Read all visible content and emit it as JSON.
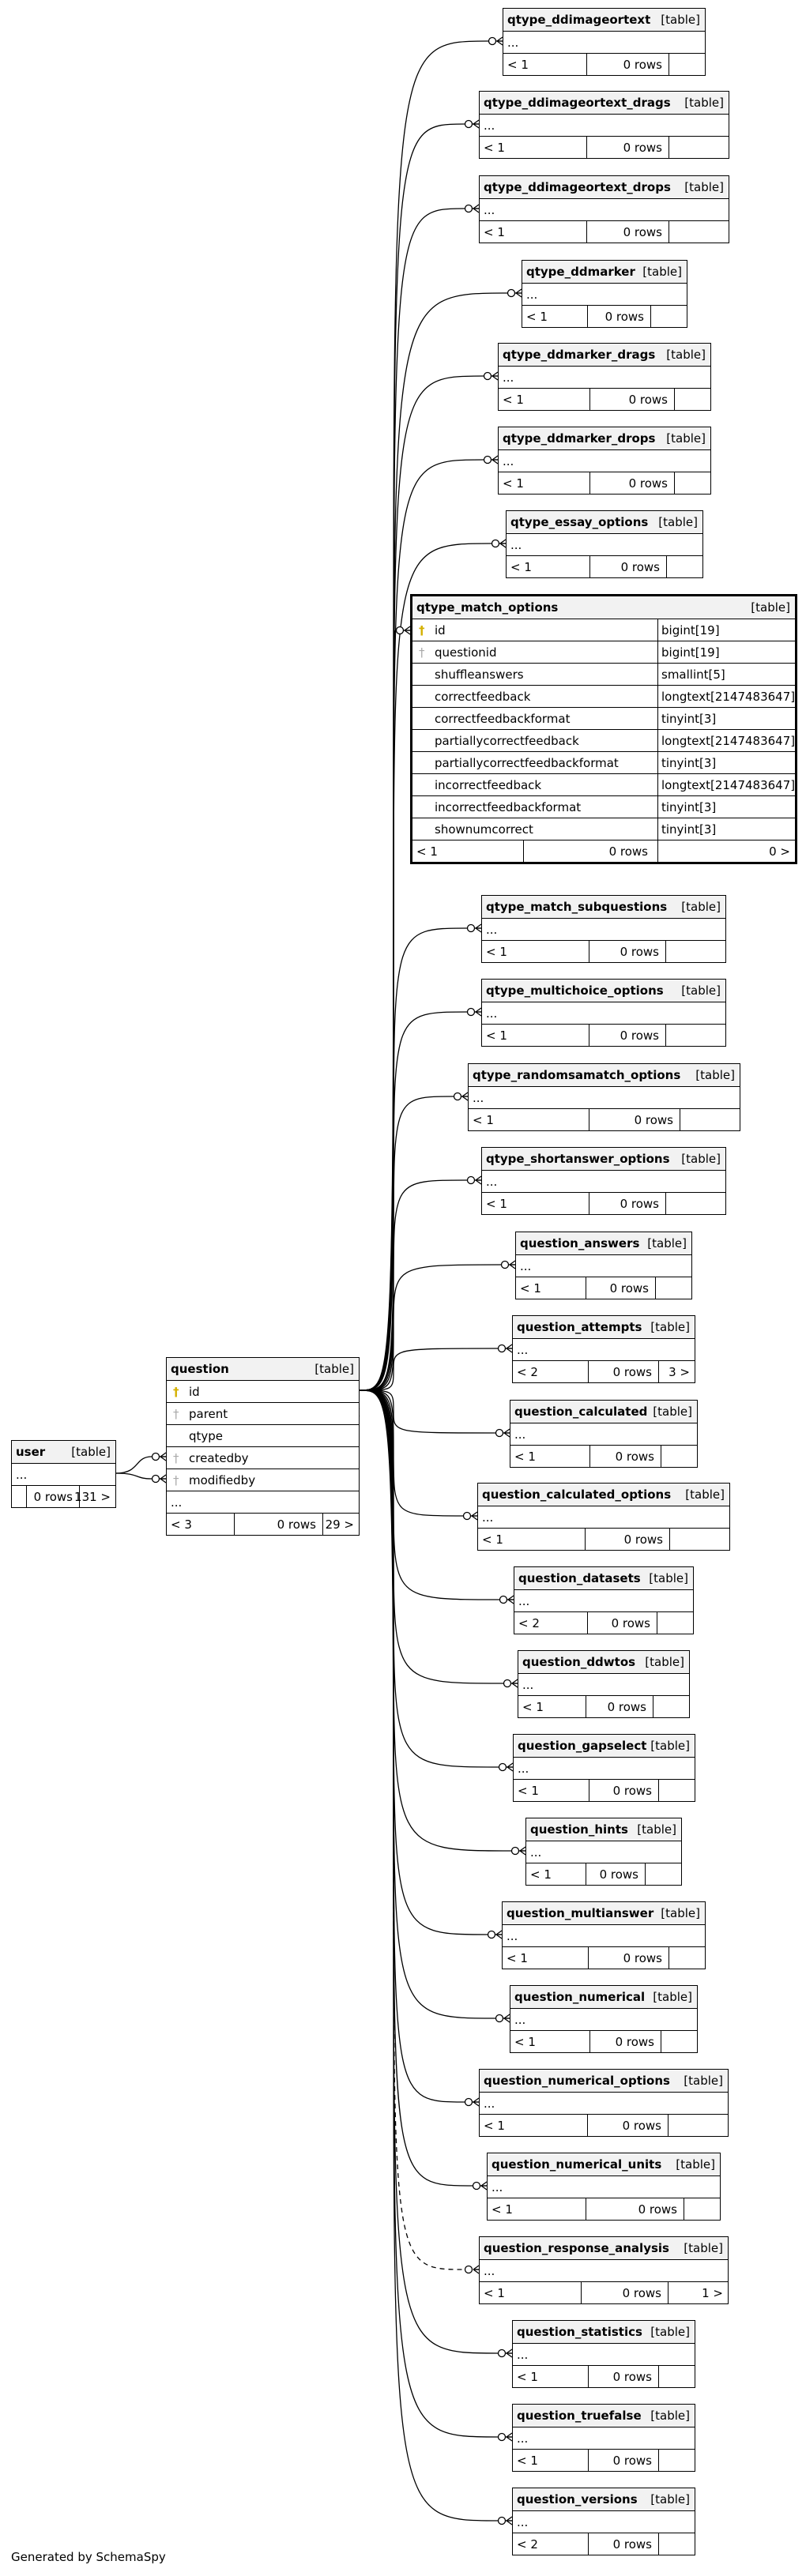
{
  "generated_by": "Generated by SchemaSpy",
  "icon_legend": {
    "primary_key": "key-icon-gold",
    "foreign_key": "key-icon-gray"
  },
  "tables": [
    {
      "name": "qtype_ddimageortext",
      "kind": "[table]",
      "summary": {
        "left": "< 1",
        "rows": "0 rows",
        "right": ""
      }
    },
    {
      "name": "qtype_ddimageortext_drags",
      "kind": "[table]",
      "summary": {
        "left": "< 1",
        "rows": "0 rows",
        "right": ""
      }
    },
    {
      "name": "qtype_ddimageortext_drops",
      "kind": "[table]",
      "summary": {
        "left": "< 1",
        "rows": "0 rows",
        "right": ""
      }
    },
    {
      "name": "qtype_ddmarker",
      "kind": "[table]",
      "summary": {
        "left": "< 1",
        "rows": "0 rows",
        "right": ""
      }
    },
    {
      "name": "qtype_ddmarker_drags",
      "kind": "[table]",
      "summary": {
        "left": "< 1",
        "rows": "0 rows",
        "right": ""
      }
    },
    {
      "name": "qtype_ddmarker_drops",
      "kind": "[table]",
      "summary": {
        "left": "< 1",
        "rows": "0 rows",
        "right": ""
      }
    },
    {
      "name": "qtype_essay_options",
      "kind": "[table]",
      "summary": {
        "left": "< 1",
        "rows": "0 rows",
        "right": ""
      }
    },
    {
      "name": "qtype_match_options",
      "kind": "[table]",
      "focus": true,
      "columns": [
        {
          "name": "id",
          "type": "bigint[19]",
          "key": "pk"
        },
        {
          "name": "questionid",
          "type": "bigint[19]",
          "key": "fk"
        },
        {
          "name": "shuffleanswers",
          "type": "smallint[5]",
          "key": ""
        },
        {
          "name": "correctfeedback",
          "type": "longtext[2147483647]",
          "key": ""
        },
        {
          "name": "correctfeedbackformat",
          "type": "tinyint[3]",
          "key": ""
        },
        {
          "name": "partiallycorrectfeedback",
          "type": "longtext[2147483647]",
          "key": ""
        },
        {
          "name": "partiallycorrectfeedbackformat",
          "type": "tinyint[3]",
          "key": ""
        },
        {
          "name": "incorrectfeedback",
          "type": "longtext[2147483647]",
          "key": ""
        },
        {
          "name": "incorrectfeedbackformat",
          "type": "tinyint[3]",
          "key": ""
        },
        {
          "name": "shownumcorrect",
          "type": "tinyint[3]",
          "key": ""
        }
      ],
      "summary": {
        "left": "< 1",
        "rows": "0 rows",
        "right": "0 >"
      }
    },
    {
      "name": "qtype_match_subquestions",
      "kind": "[table]",
      "summary": {
        "left": "< 1",
        "rows": "0 rows",
        "right": ""
      }
    },
    {
      "name": "qtype_multichoice_options",
      "kind": "[table]",
      "summary": {
        "left": "< 1",
        "rows": "0 rows",
        "right": ""
      }
    },
    {
      "name": "qtype_randomsamatch_options",
      "kind": "[table]",
      "summary": {
        "left": "< 1",
        "rows": "0 rows",
        "right": ""
      }
    },
    {
      "name": "qtype_shortanswer_options",
      "kind": "[table]",
      "summary": {
        "left": "< 1",
        "rows": "0 rows",
        "right": ""
      }
    },
    {
      "name": "question_answers",
      "kind": "[table]",
      "summary": {
        "left": "< 1",
        "rows": "0 rows",
        "right": ""
      }
    },
    {
      "name": "question_attempts",
      "kind": "[table]",
      "summary": {
        "left": "< 2",
        "rows": "0 rows",
        "right": "3 >"
      }
    },
    {
      "name": "question_calculated",
      "kind": "[table]",
      "summary": {
        "left": "< 1",
        "rows": "0 rows",
        "right": ""
      }
    },
    {
      "name": "question_calculated_options",
      "kind": "[table]",
      "summary": {
        "left": "< 1",
        "rows": "0 rows",
        "right": ""
      }
    },
    {
      "name": "question_datasets",
      "kind": "[table]",
      "summary": {
        "left": "< 2",
        "rows": "0 rows",
        "right": ""
      }
    },
    {
      "name": "question_ddwtos",
      "kind": "[table]",
      "summary": {
        "left": "< 1",
        "rows": "0 rows",
        "right": ""
      }
    },
    {
      "name": "question_gapselect",
      "kind": "[table]",
      "summary": {
        "left": "< 1",
        "rows": "0 rows",
        "right": ""
      }
    },
    {
      "name": "question_hints",
      "kind": "[table]",
      "summary": {
        "left": "< 1",
        "rows": "0 rows",
        "right": ""
      }
    },
    {
      "name": "question_multianswer",
      "kind": "[table]",
      "summary": {
        "left": "< 1",
        "rows": "0 rows",
        "right": ""
      }
    },
    {
      "name": "question_numerical",
      "kind": "[table]",
      "summary": {
        "left": "< 1",
        "rows": "0 rows",
        "right": ""
      }
    },
    {
      "name": "question_numerical_options",
      "kind": "[table]",
      "summary": {
        "left": "< 1",
        "rows": "0 rows",
        "right": ""
      }
    },
    {
      "name": "question_numerical_units",
      "kind": "[table]",
      "summary": {
        "left": "< 1",
        "rows": "0 rows",
        "right": ""
      }
    },
    {
      "name": "question_response_analysis",
      "kind": "[table]",
      "dashed": true,
      "summary": {
        "left": "< 1",
        "rows": "0 rows",
        "right": "1 >"
      }
    },
    {
      "name": "question_statistics",
      "kind": "[table]",
      "summary": {
        "left": "< 1",
        "rows": "0 rows",
        "right": ""
      }
    },
    {
      "name": "question_truefalse",
      "kind": "[table]",
      "summary": {
        "left": "< 1",
        "rows": "0 rows",
        "right": ""
      }
    },
    {
      "name": "question_versions",
      "kind": "[table]",
      "summary": {
        "left": "< 2",
        "rows": "0 rows",
        "right": ""
      }
    },
    {
      "name": "question",
      "kind": "[table]",
      "columns": [
        {
          "name": "id",
          "key": "pk"
        },
        {
          "name": "parent",
          "key": "fk"
        },
        {
          "name": "qtype",
          "key": ""
        },
        {
          "name": "createdby",
          "key": "fk"
        },
        {
          "name": "modifiedby",
          "key": "fk"
        }
      ],
      "summary": {
        "left": "< 3",
        "rows": "0 rows",
        "right": "29 >"
      }
    },
    {
      "name": "user",
      "kind": "[table]",
      "summary": {
        "left": "",
        "rows": "0 rows",
        "right": "131 >"
      }
    }
  ],
  "ellipsis": "..."
}
